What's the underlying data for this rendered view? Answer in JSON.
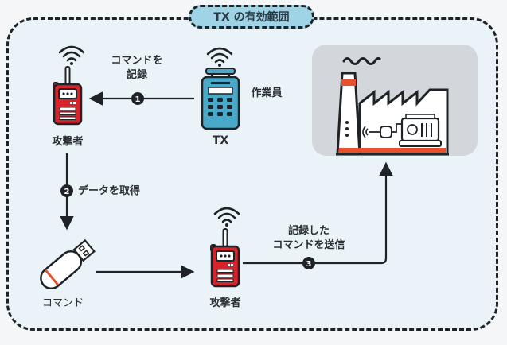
{
  "diagram": {
    "range_title": "TX の有効範囲",
    "nodes": {
      "attacker_top": {
        "label": "攻撃者",
        "icon": "walkie-talkie-icon"
      },
      "tx": {
        "label": "TX",
        "icon": "remote-transmitter-icon"
      },
      "worker": {
        "label": "作業員"
      },
      "usb": {
        "label": "コマンド",
        "icon": "usb-drive-icon"
      },
      "attacker_bottom": {
        "label": "攻撃者",
        "icon": "walkie-talkie-icon"
      },
      "factory": {
        "icon": "factory-icon"
      }
    },
    "steps": [
      {
        "number": "1",
        "label_line1": "コマンドを",
        "label_line2": "記録"
      },
      {
        "number": "2",
        "label_line1": "データを取得",
        "label_line2": ""
      },
      {
        "number": "3",
        "label_line1": "記録した",
        "label_line2": "コマンドを送信"
      }
    ]
  },
  "colors": {
    "attacker_red": "#d8232a",
    "tx_blue": "#4aa9c9",
    "pill_blue": "#9fd3e6",
    "factory_bg": "#d3d7db",
    "accent_orange": "#e8502c",
    "line": "#1f2327"
  }
}
